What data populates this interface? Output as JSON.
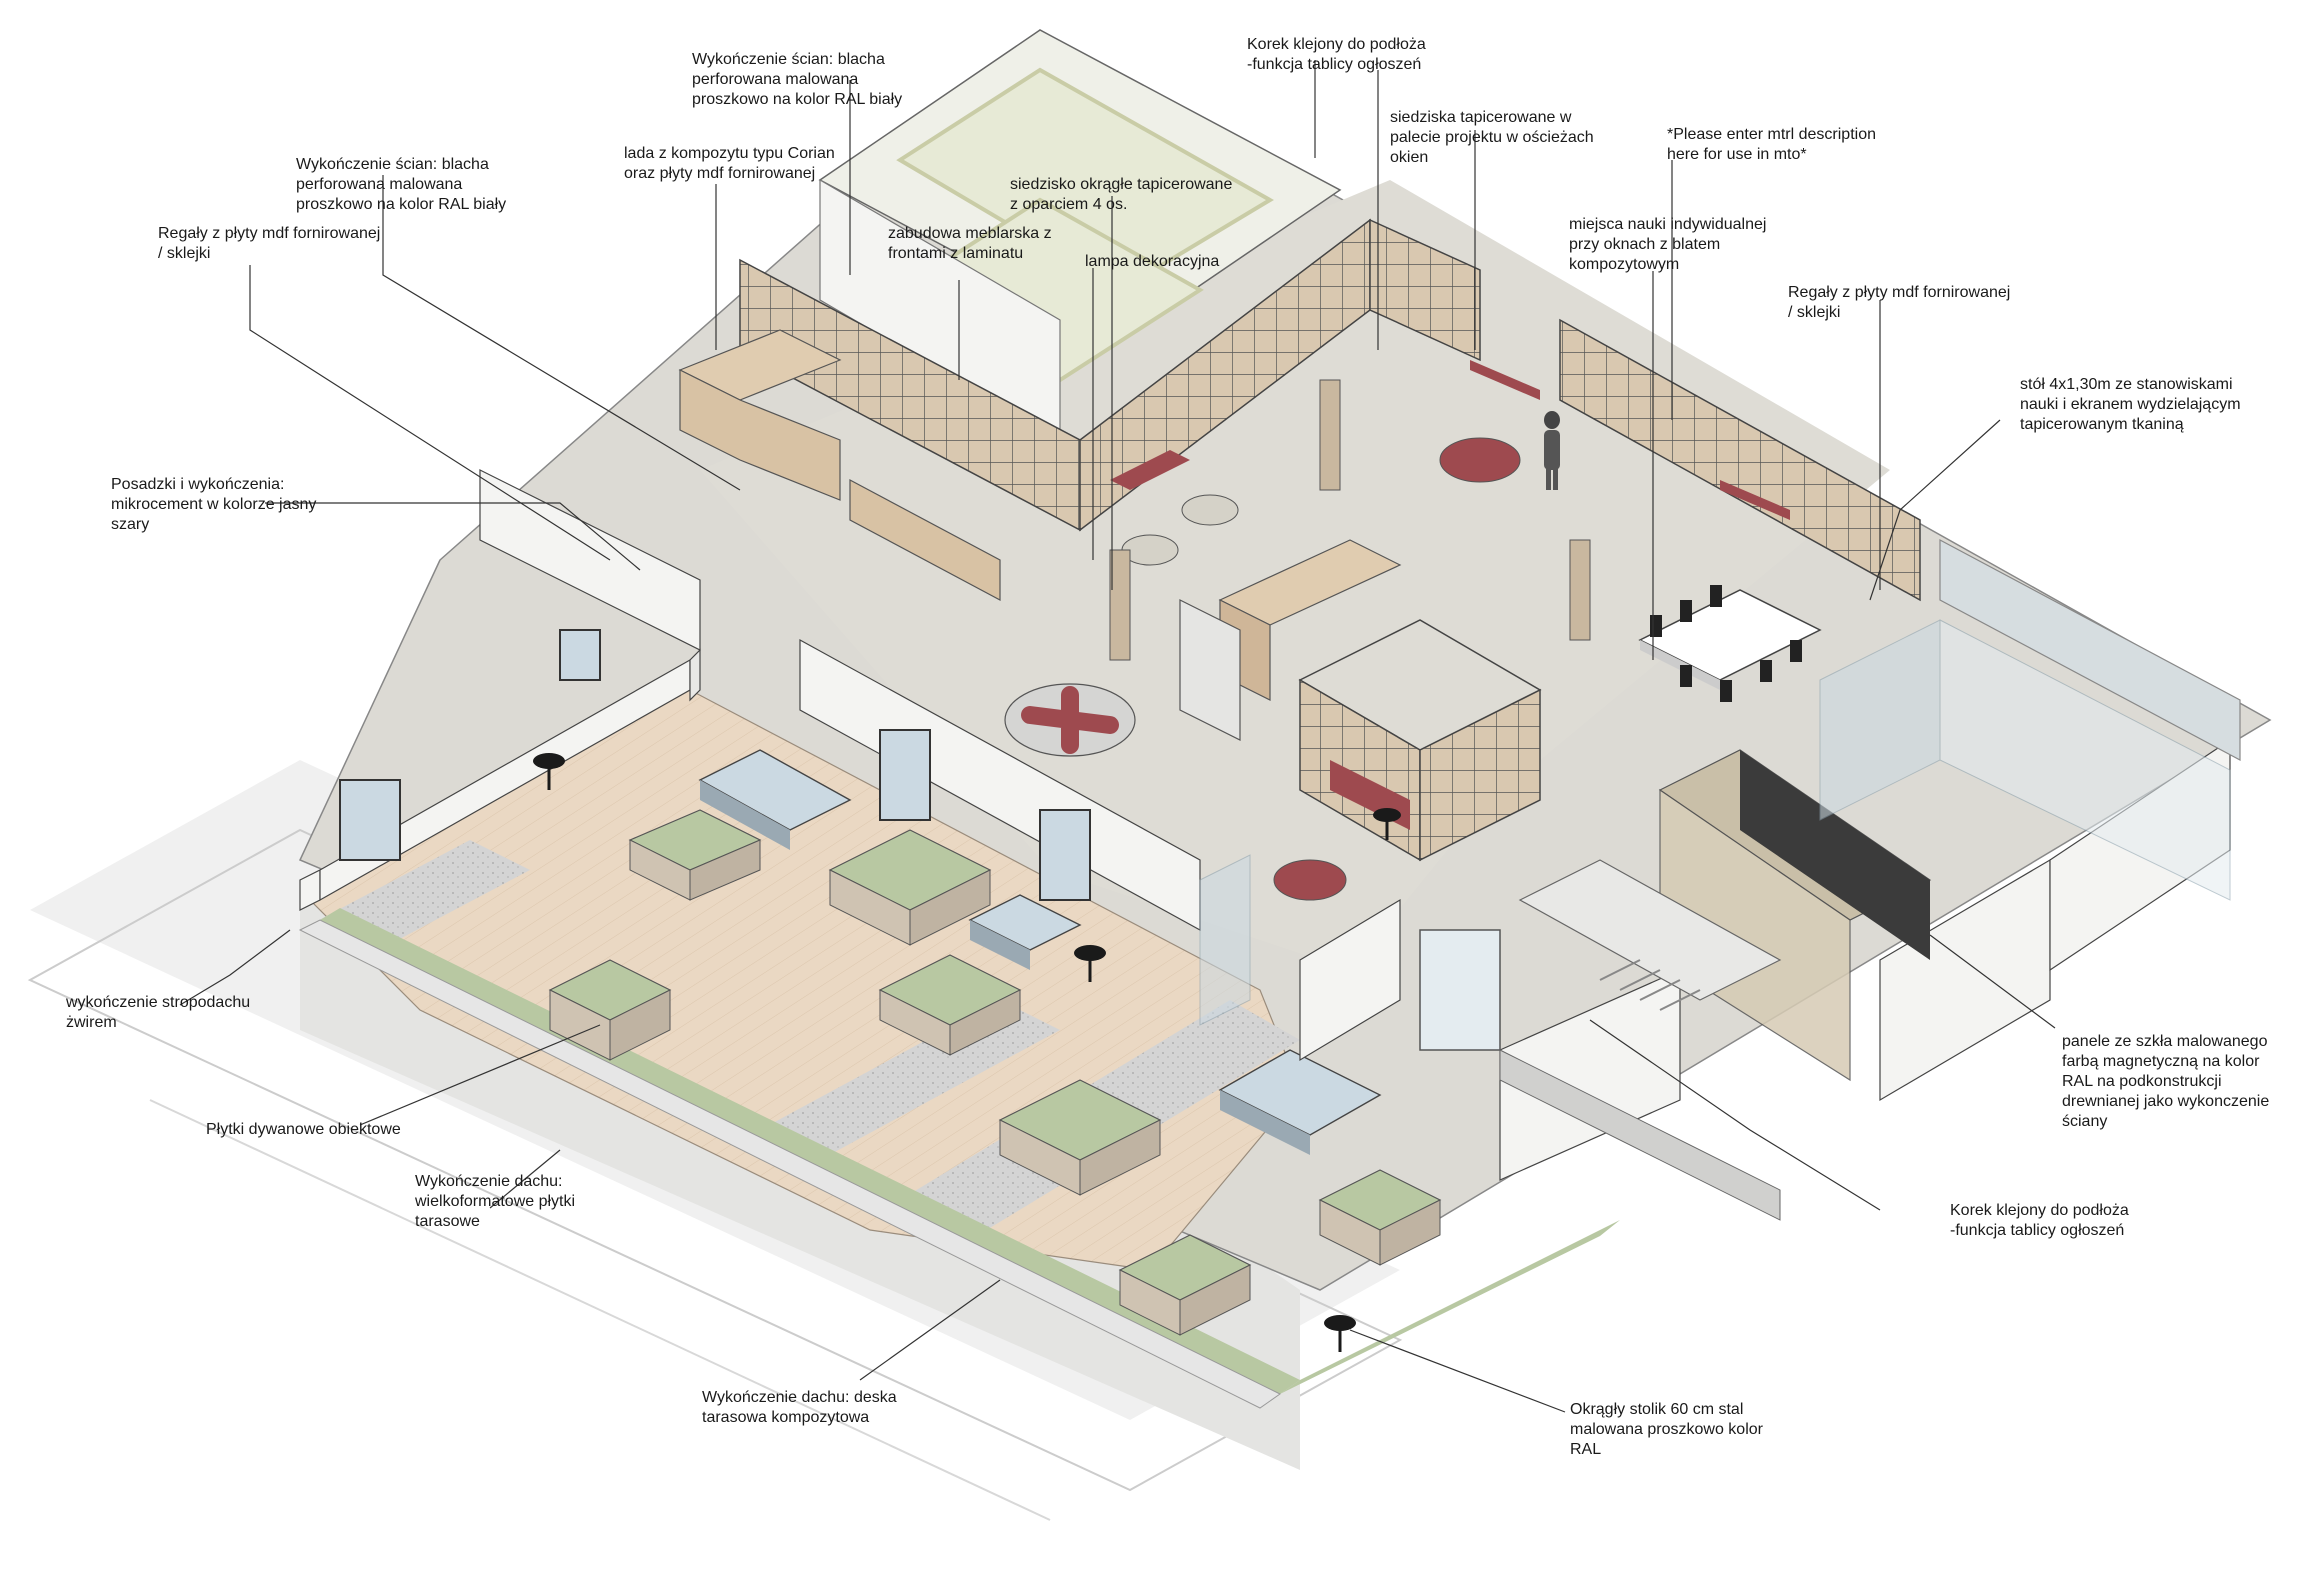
{
  "colors": {
    "floor": "#dcdad4",
    "terrace_deck": "#ead8c3",
    "green_roof": "#b8c8a2",
    "gravel": "#cfcfcf",
    "wall": "#f4f4f2",
    "shelving": "#d9c8b0",
    "shelf_grid": "#555555",
    "upholstery": "#9e4a4f",
    "glass": "#cbd9e2",
    "leader": "#333333"
  },
  "annotations": {
    "wall_finish_top": "Wykończenie ścian: blacha\nperforowana malowana\nproszkowo na kolor RAL biały",
    "cork_top": "Korek klejony do podłoża\n-funkcja tablicy ogłoszeń",
    "wall_finish_left": "Wykończenie ścian: blacha\nperforowana malowana\nproszkowo na kolor RAL biały",
    "counter": "lada z kompozytu typu Corian\noraz płyty mdf fornirowanej",
    "upholstered_seats": "siedziska tapicerowane w\npalecie projektu w ościeżach\nokien",
    "mto_placeholder": "*Please enter mtrl description\nhere for use in mto*",
    "round_seat": "siedzisko okrągłe tapicerowane\nz oparciem 4 os.",
    "shelves_left": "Regały z płyty mdf fornirowanej\n/ sklejki",
    "joinery": "zabudowa meblarska z\nfrontami z laminatu",
    "lamp": "lampa dekoracyjna",
    "study_places": "miejsca nauki indywidualnej\nprzy oknach z blatem\nkompozytowym",
    "shelves_right": "Regały z płyty mdf fornirowanej\n/ sklejki",
    "table": "stół 4x1,30m ze stanowiskami\nnauki i ekranem wydzielającym\ntapicerowanym tkaniną",
    "floors": "Posadzki i wykończenia:\nmikrocement w kolorze jasny\nszary",
    "flat_roof": "wykończenie stropodachu\nżwirem",
    "glass_panels": "panele ze szkła malowanego\nfarbą magnetyczną na kolor\nRAL na podkonstrukcji\ndrewnianej jako wykonczenie\nściany",
    "carpet": "Płytki dywanowe obiektowe",
    "roof_tiles": "Wykończenie dachu:\nwielkoformatowe płytki\ntarasowe",
    "cork_bottom": "Korek klejony do podłoża\n-funkcja tablicy ogłoszeń",
    "deck": "Wykończenie dachu: deska\ntarasowa kompozytowa",
    "round_table": "Okrągły stolik  60 cm stal\nmalowana proszkowo kolor\nRAL"
  }
}
